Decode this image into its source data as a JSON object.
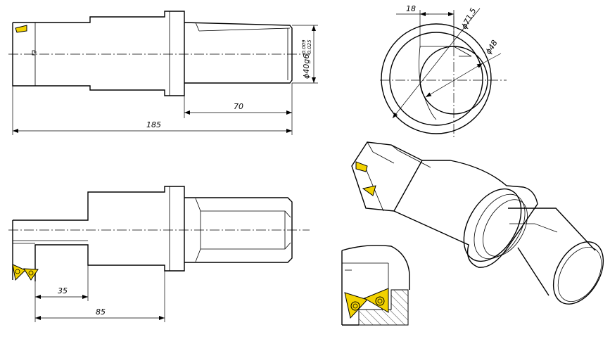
{
  "dimensions": {
    "front_length_70": "70",
    "front_length_185": "185",
    "front_diameter": "ϕ40g6",
    "front_tol_upper": "-0.009",
    "front_tol_lower": "-0.025",
    "circle_offset_18": "18",
    "circle_dia_71_5": "ϕ71,5",
    "circle_dia_48": "ϕ48",
    "bottom_length_35": "35",
    "bottom_length_85": "85"
  },
  "colors": {
    "line": "#000000",
    "insert": "#f2d200",
    "background": "#ffffff"
  }
}
